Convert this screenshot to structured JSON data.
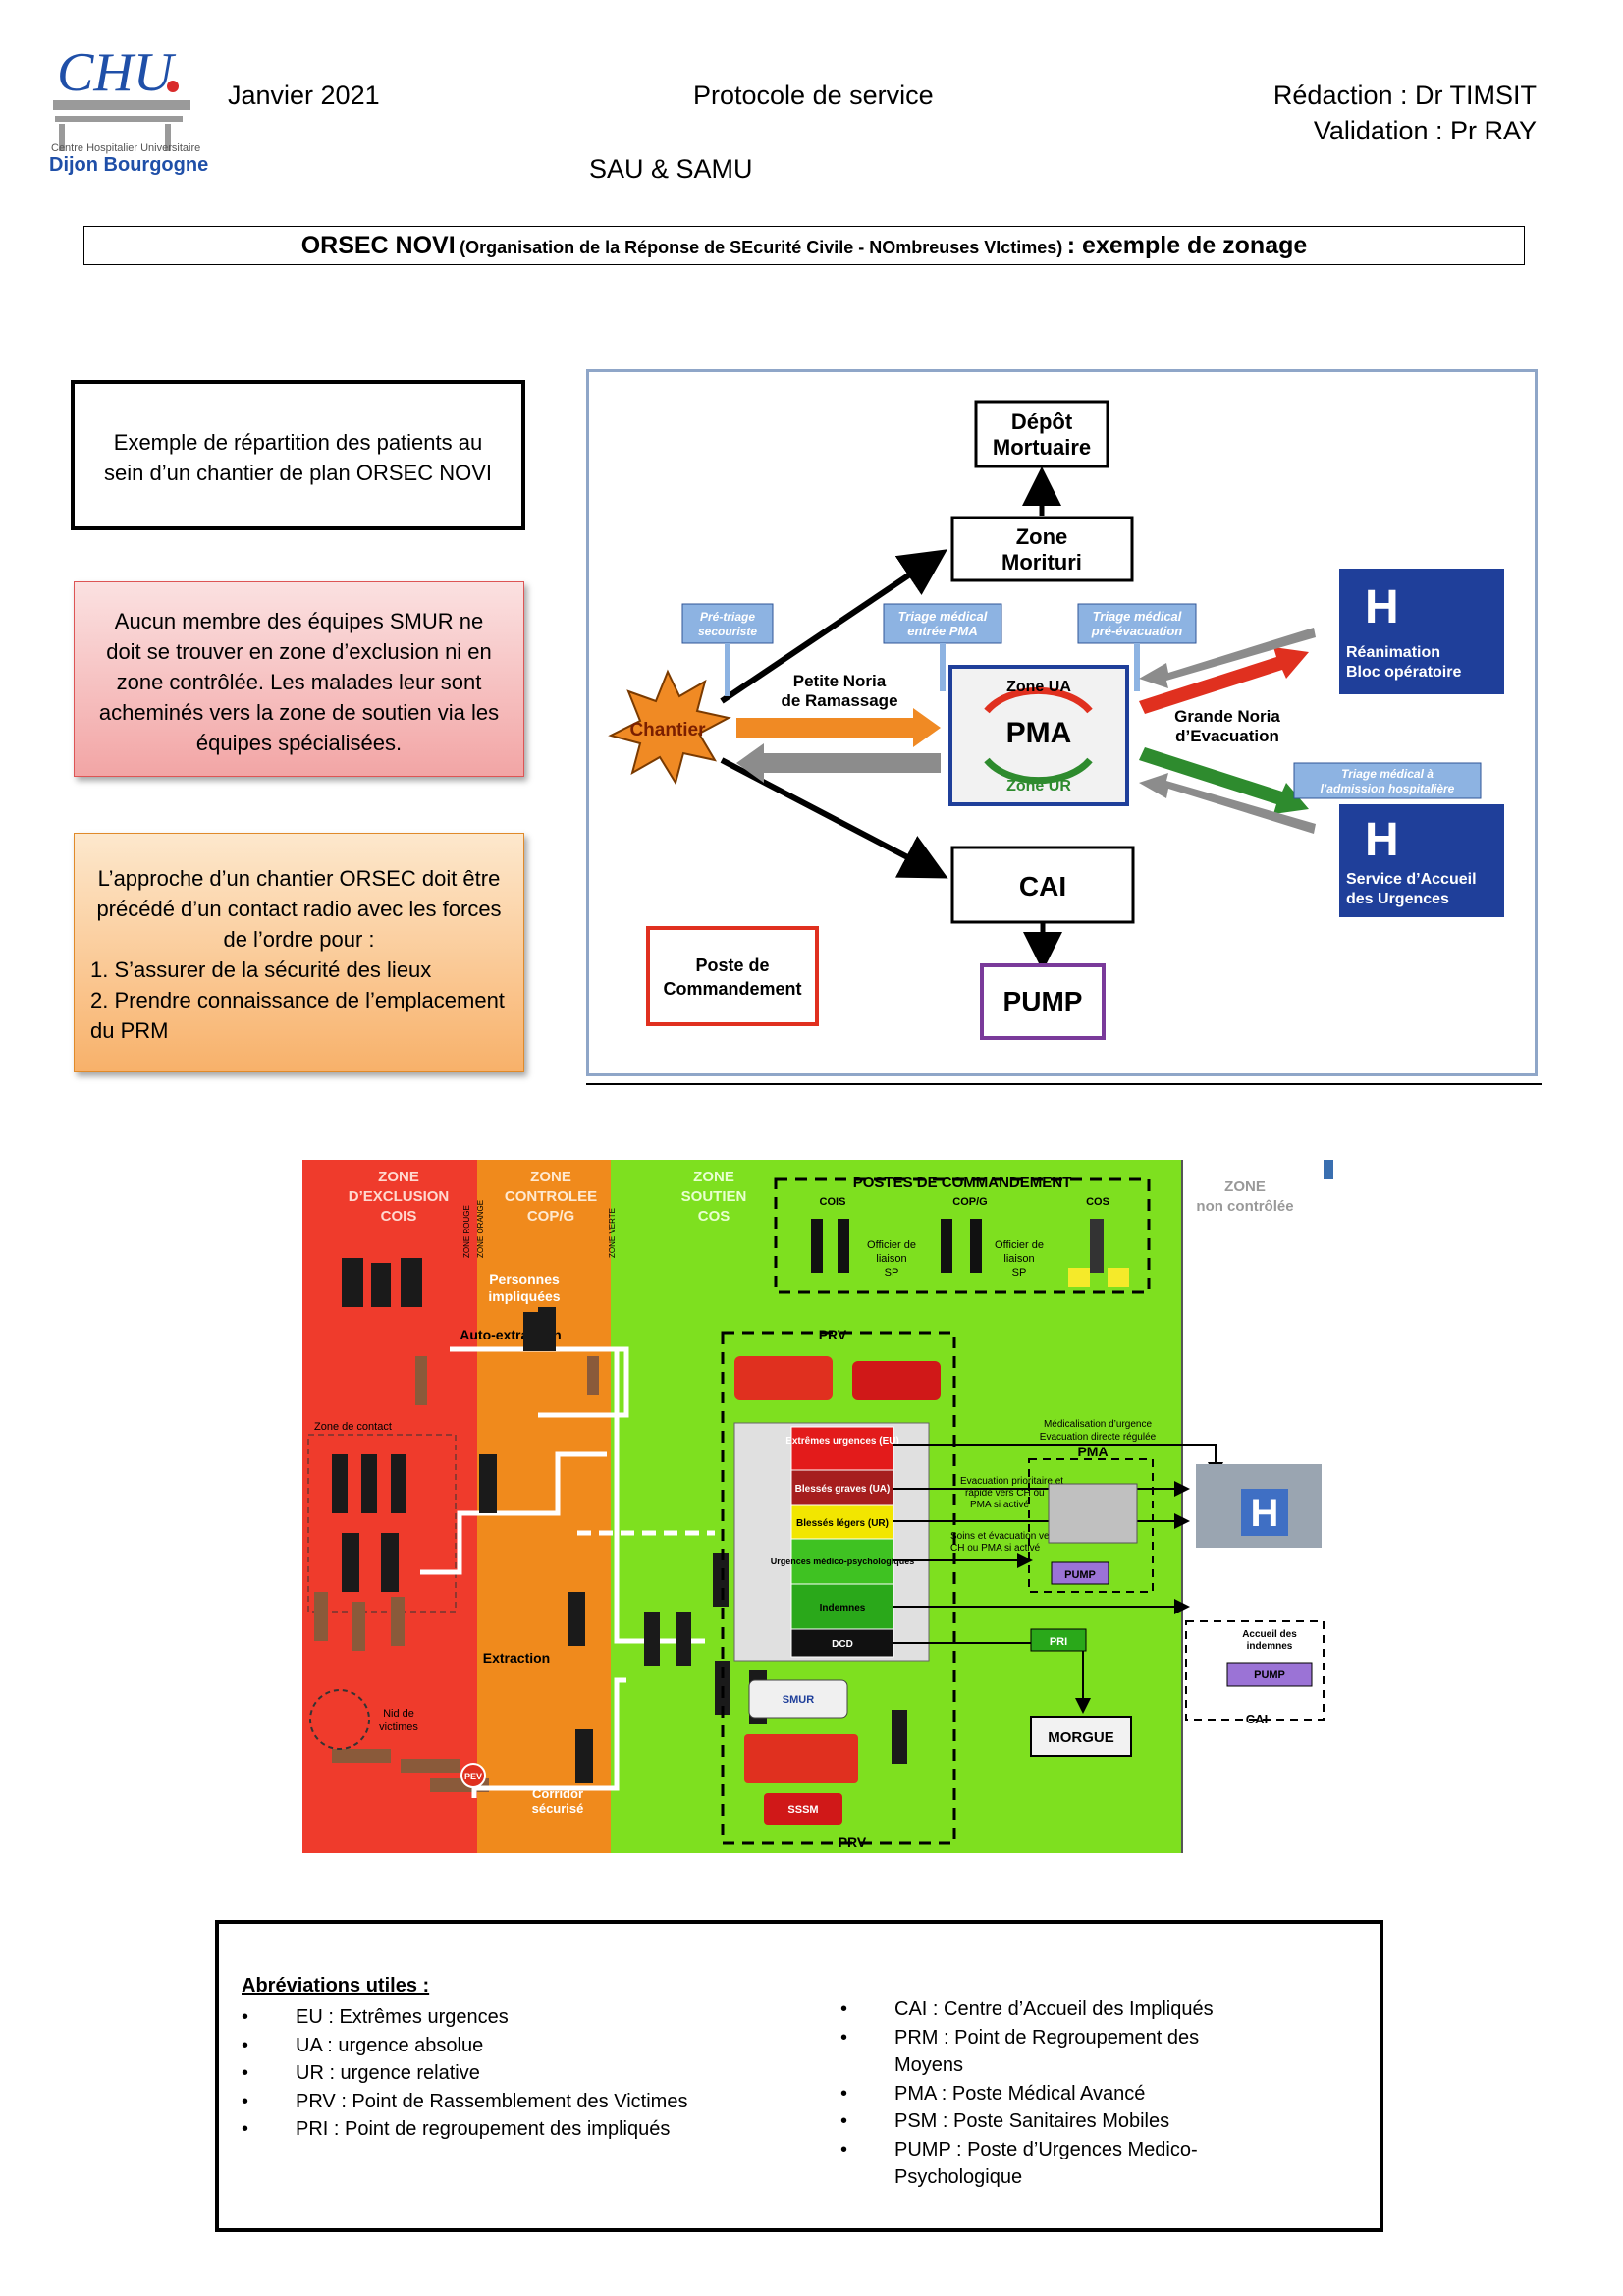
{
  "header": {
    "logo": {
      "line1": "Centre Hospitalier Universitaire",
      "line2": "Dijon Bourgogne",
      "mark": "CHU"
    },
    "date": "Janvier 2021",
    "doc_type": "Protocole de service",
    "service": "SAU & SAMU",
    "redaction": "Rédaction : Dr TIMSIT",
    "validation": "Validation : Pr RAY"
  },
  "title": {
    "main": "ORSEC NOVI",
    "sub": "(Organisation de la Réponse de SEcurité Civile - NOmbreuses VIctimes)",
    "tail": ": exemple de zonage"
  },
  "boxes": {
    "intro": "Exemple de répartition des patients au sein d’un chantier de plan ORSEC NOVI",
    "warning": "Aucun membre des équipes SMUR ne doit se trouver en zone d’exclusion ni en zone contrôlée. Les malades leur sont acheminés vers la zone de soutien via les équipes spécialisées.",
    "approach_intro": "L’approche d’un chantier ORSEC doit être précédé d’un contact radio avec les forces de l’ordre pour :",
    "approach_items": [
      "1. S’assurer de la sécurité des lieux",
      "2. Prendre connaissance de l’emplacement du PRM"
    ]
  },
  "flow": {
    "depot": [
      "Dépôt",
      "Mortuaire"
    ],
    "morituri": [
      "Zone",
      "Morituri"
    ],
    "chantier": "Chantier",
    "pretriage": [
      "Pré-triage",
      "secouriste"
    ],
    "triage_pma": [
      "Triage médical",
      "entrée PMA"
    ],
    "triage_pre": [
      "Triage médical",
      "pré-évacuation"
    ],
    "petite_noria": [
      "Petite Noria",
      "de Ramassage"
    ],
    "zone_ua": "Zone UA",
    "pma": "PMA",
    "zone_ur": "Zone UR",
    "grande_noria": [
      "Grande Noria",
      "d’Evacuation"
    ],
    "triage_adm": [
      "Triage médical à",
      "l’admission hospitalière"
    ],
    "h": "H",
    "rea": [
      "Réanimation",
      "Bloc opératoire"
    ],
    "sau": [
      "Service d’Accueil",
      "des Urgences"
    ],
    "cai": "CAI",
    "pc": [
      "Poste de",
      "Commandement"
    ],
    "pump": "PUMP",
    "colors": {
      "blue": "#1f3f9a",
      "red": "#e0301f",
      "green": "#2e8b2e",
      "orange": "#f08a24",
      "purple": "#7a3a9a"
    }
  },
  "zonage": {
    "zone_exclusion": [
      "ZONE",
      "D’EXCLUSION",
      "COIS"
    ],
    "zone_controlee": [
      "ZONE",
      "CONTROLEE",
      "COP/G"
    ],
    "zone_soutien": [
      "ZONE",
      "SOUTIEN",
      "COS"
    ],
    "zone_non_controlee": [
      "ZONE",
      "non contrôlée"
    ],
    "postes_cmd": "POSTES DE COMMANDEMENT",
    "cois": "COIS",
    "copg": "COP/G",
    "cos": "COS",
    "officier": [
      "Officier de",
      "liaison",
      "SP"
    ],
    "zone_rouge": "ZONE ROUGE",
    "zone_orange": "ZONE ORANGE",
    "zone_verte": "ZONE VERTE",
    "personnes": [
      "Personnes",
      "impliquées"
    ],
    "auto_extraction": "Auto-extraction",
    "zone_contact": "Zone de contact",
    "extraction": "Extraction",
    "nid": [
      "Nid de",
      "victimes"
    ],
    "corridor": [
      "Corridor",
      "sécurisé"
    ],
    "pev": "PEV",
    "prv": "PRV",
    "categories": [
      "Extrêmes urgences (EU)",
      "Blessés graves (UA)",
      "Blessés légers (UR)",
      "Urgences médico-psychologiques",
      "Indemnes",
      "DCD"
    ],
    "medicalisation": [
      "Médicalisation d’urgence",
      "Evacuation directe régulée"
    ],
    "evac_prio": [
      "Evacuation prioritaire et",
      "rapide vers CH ou",
      "PMA si activé"
    ],
    "soins": [
      "Soins et évacuation vers",
      "CH ou PMA si activé"
    ],
    "pma": "PMA",
    "pump": "PUMP",
    "pri": "PRI",
    "smur": "SMUR",
    "sssm": "SSSM",
    "morgue": "MORGUE",
    "accueil": [
      "Accueil des",
      "indemnes"
    ],
    "cai": "CAI",
    "h": "H"
  },
  "abbreviations": {
    "title": "Abréviations utiles :",
    "left": [
      "EU : Extrêmes urgences",
      "UA : urgence absolue",
      "UR : urgence relative",
      "PRV : Point de Rassemblement des Victimes",
      "PRI : Point de regroupement des impliqués"
    ],
    "right": [
      "CAI : Centre d’Accueil des Impliqués",
      "PRM : Point de Regroupement des Moyens",
      "PMA : Poste Médical Avancé",
      "PSM : Poste Sanitaires Mobiles",
      "PUMP : Poste d’Urgences Medico-Psychologique"
    ]
  }
}
